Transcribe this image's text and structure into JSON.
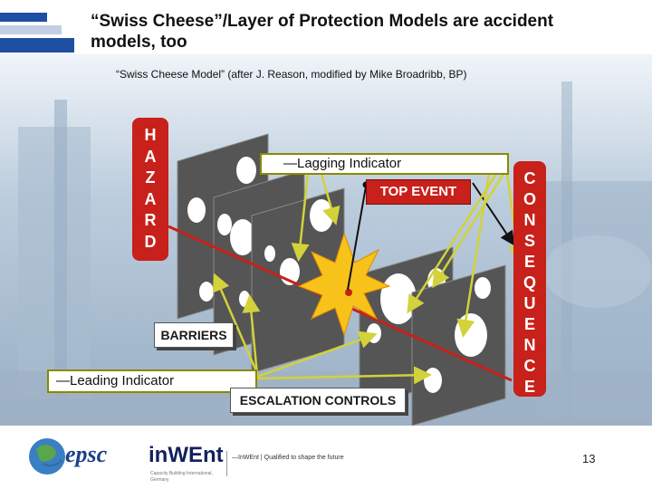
{
  "slide": {
    "title": "“Swiss Cheese”/Layer of Protection Models are accident models, too",
    "subtitle": "“Swiss Cheese Model” (after J. Reason, modified by Mike Broadribb, BP)",
    "hazard_letters": [
      "H",
      "A",
      "Z",
      "A",
      "R",
      "D"
    ],
    "consequence_letters": [
      "C",
      "O",
      "N",
      "S",
      "E",
      "Q",
      "U",
      "E",
      "N",
      "C",
      "E"
    ],
    "lagging_indicator": "—Lagging Indicator",
    "leading_indicator": "—Leading Indicator",
    "top_event": "TOP EVENT",
    "barriers": "BARRIERS",
    "escalation_controls": "ESCALATION CONTROLS",
    "footer_text": "—InWEnt | Qualified to shape the future",
    "page_number": "13",
    "logo_invent": "inWEnt",
    "logo_invent_sub": "Capacity Building International, Germany",
    "colors": {
      "red": "#c8201a",
      "arrow": "#c9c928",
      "panel": "#555555",
      "hole": "#ffffff",
      "burst": "#f7c21a"
    },
    "icons": [
      "epsc-logo-icon",
      "invent-logo-icon",
      "starburst-icon"
    ]
  }
}
